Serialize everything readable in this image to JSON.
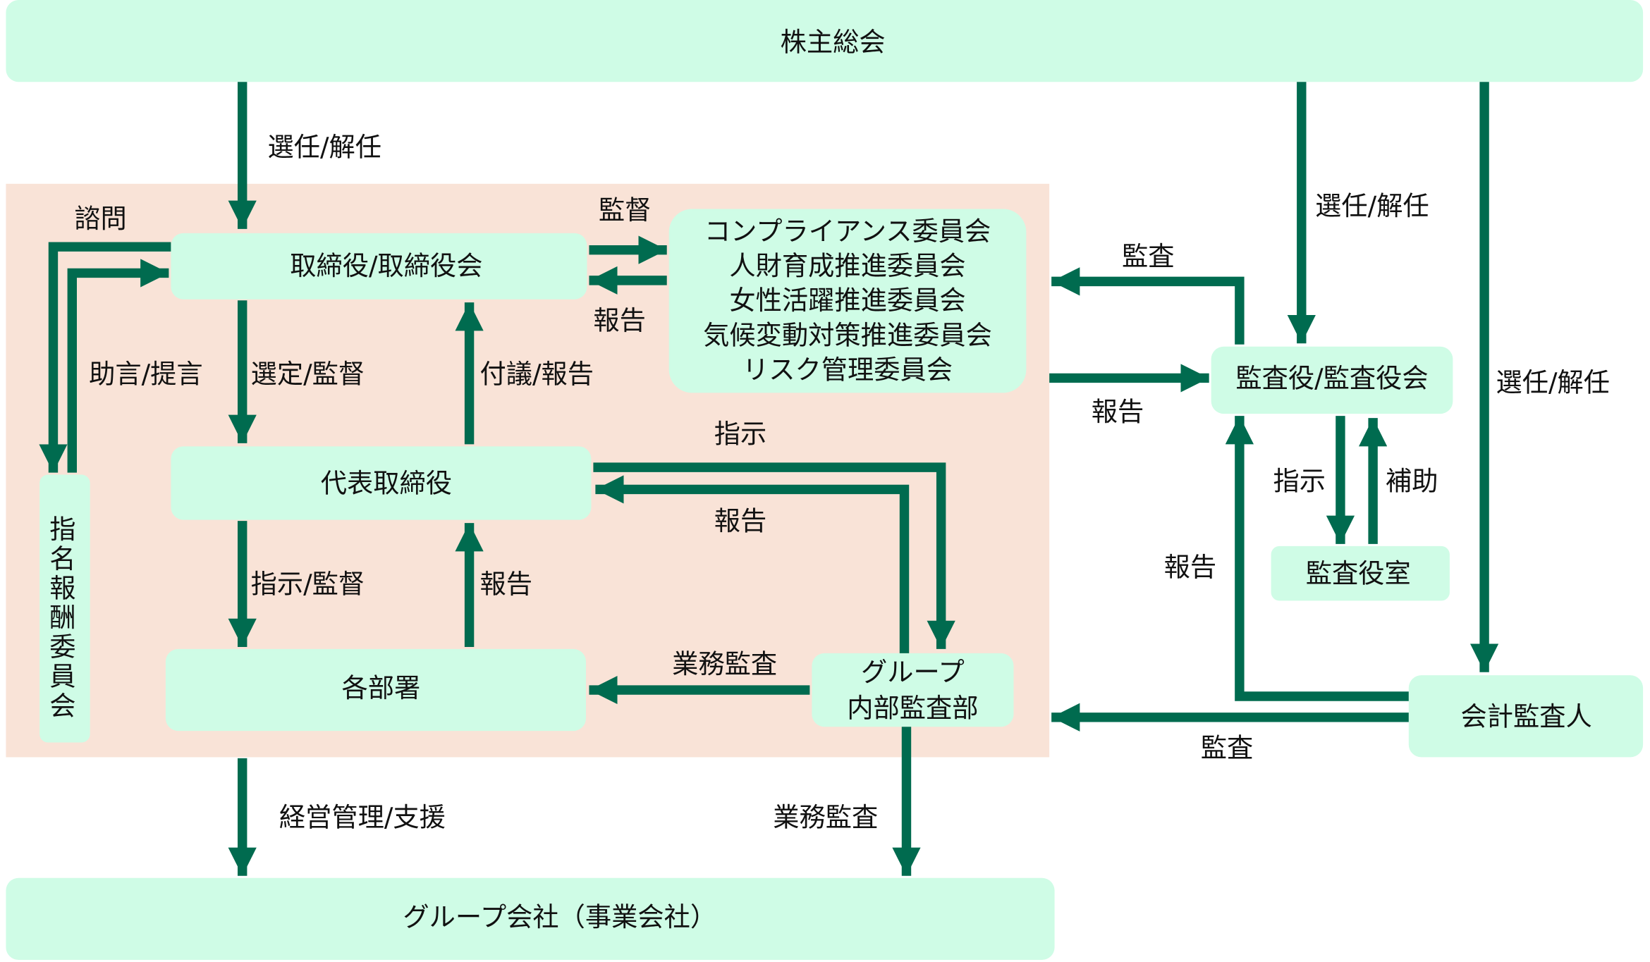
{
  "nodes": {
    "shareholders": "株主総会",
    "board": "取締役/取締役会",
    "committees": [
      "コンプライアンス委員会",
      "人財育成推進委員会",
      "女性活躍推進委員会",
      "気候変動対策推進委員会",
      "リスク管理委員会"
    ],
    "representative": "代表取締役",
    "departments": "各部署",
    "internal_audit": [
      "グループ",
      "内部監査部"
    ],
    "nomination_committee": [
      "指",
      "名",
      "報",
      "酬",
      "委",
      "員",
      "会"
    ],
    "auditors": "監査役/監査役会",
    "auditors_office": "監査役室",
    "accounting_auditor": "会計監査人",
    "group_companies": "グループ会社（事業会社）"
  },
  "labels": {
    "elect1": "選任/解任",
    "elect2": "選任/解任",
    "elect3": "選任/解任",
    "consult": "諮問",
    "advice": "助言/提言",
    "supervise": "監督",
    "report_committee": "報告",
    "appoint": "選定/監督",
    "submit": "付議/報告",
    "audit_committee": "監査",
    "report_auditors": "報告",
    "instruct_internal": "指示",
    "report_internal": "報告",
    "instruct_depts": "指示/監督",
    "report_depts": "報告",
    "business_audit1": "業務監査",
    "instruct_office": "指示",
    "assist": "補助",
    "report_accounting": "報告",
    "audit_accounting": "監査",
    "management": "経営管理/支援",
    "business_audit2": "業務監査"
  },
  "colors": {
    "arrow": "#006B4F",
    "node": "#CFFCE6",
    "governance_area": "#F9E3D7"
  }
}
